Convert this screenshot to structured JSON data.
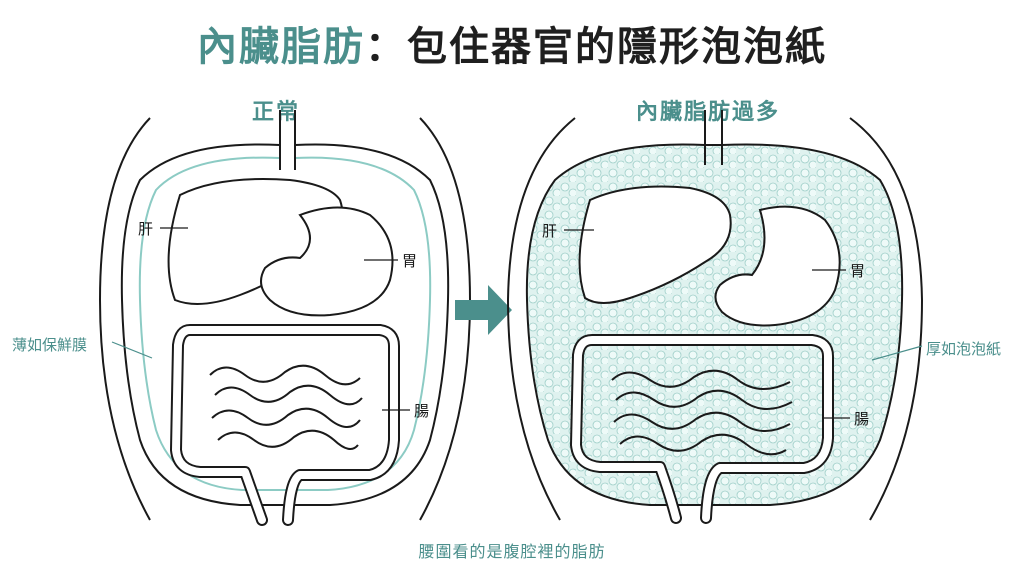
{
  "title": {
    "highlight": "內臟脂肪",
    "rest": "：包住器官的隱形泡泡紙"
  },
  "left_panel": {
    "heading": "正常",
    "labels": {
      "liver": "肝",
      "stomach": "胃",
      "intestine": "腸"
    },
    "side_label": "薄如保鮮膜"
  },
  "right_panel": {
    "heading": "內臟脂肪過多",
    "labels": {
      "liver": "肝",
      "stomach": "胃",
      "intestine": "腸"
    },
    "side_label": "厚如泡泡紙"
  },
  "caption": "腰圍看的是腹腔裡的脂肪",
  "colors": {
    "accent": "#4b8f8c",
    "fat_fill": "#dff2ef",
    "outline": "#1a1a1a",
    "arrow": "#4b8f8c"
  },
  "icons": {
    "arrow": "arrow-right-icon"
  }
}
